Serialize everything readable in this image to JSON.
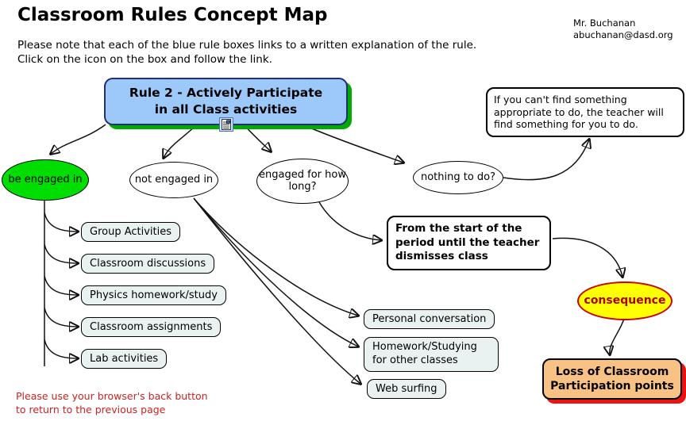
{
  "header": {
    "title": "Classroom Rules Concept Map",
    "author": {
      "name": "Mr. Buchanan",
      "email": "abuchanan@dasd.org"
    },
    "note_line1": "Please note that each of the blue rule boxes links to a written explanation of the rule.",
    "note_line2": "Click on the icon on the box and follow the link."
  },
  "nodes": {
    "rule_box": {
      "label_line1": "Rule 2 - Actively Participate",
      "label_line2": "in all Class activities",
      "icon": "document-link-icon"
    },
    "teacher_note": {
      "label": "If you can't find something appropriate to do, the teacher will find something for you to do."
    },
    "be_engaged": {
      "label": "be engaged in"
    },
    "not_engaged": {
      "label": "not engaged in"
    },
    "engaged_how_long": {
      "label": "engaged for how long?"
    },
    "nothing_to_do": {
      "label": "nothing to do?"
    },
    "group_activities": {
      "label": "Group Activities"
    },
    "classroom_discussions": {
      "label": "Classroom discussions"
    },
    "physics_homework": {
      "label": "Physics homework/study"
    },
    "classroom_assignments": {
      "label": "Classroom assignments"
    },
    "lab_activities": {
      "label": "Lab activities"
    },
    "from_start": {
      "label": "From the start of the period until the teacher dismisses class"
    },
    "personal_conversation": {
      "label": "Personal conversation"
    },
    "homework_other": {
      "label": "Homework/Studying for other classes"
    },
    "web_surfing": {
      "label": "Web surfing"
    },
    "consequence": {
      "label": "consequence"
    },
    "loss_points": {
      "label": "Loss of Classroom Participation points"
    }
  },
  "footer": {
    "line1": "Please use your browser's back button",
    "line2": "to return to the previous page"
  },
  "colors": {
    "rule_box_fill": "#9CC9F9",
    "rule_box_border": "#203070",
    "rule_box_shadow_green": "#00AA00",
    "engaged_fill": "#00DD00",
    "item_box_fill": "#E9F1F1",
    "consequence_fill": "#FFFF00",
    "consequence_border": "#CC0000",
    "consequence_text": "#AA0000",
    "loss_fill": "#F9C285",
    "loss_shadow_red": "#EE1111",
    "footer_text": "#CC2222"
  }
}
